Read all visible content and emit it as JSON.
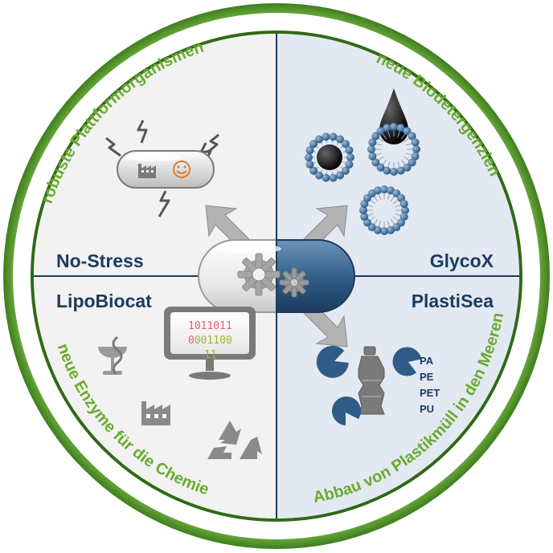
{
  "quadrants": {
    "top_left": {
      "label": "No-Stress",
      "tagline": "robuste Plattformorganismen"
    },
    "top_right": {
      "label": "GlycoX",
      "tagline": "neue Biodetergenzien"
    },
    "bottom_left": {
      "label": "LipoBiocat",
      "tagline": "neue Enzyme für die Chemie"
    },
    "bottom_right": {
      "label": "PlastiSea",
      "tagline": "Abbau von Plastikmüll in den Meeren"
    }
  },
  "plastics": [
    "PA",
    "PE",
    "PET",
    "PU"
  ],
  "binary_display": {
    "line1": "1011011",
    "line2_first": "0",
    "line2_rest": "001100",
    "line3": "11"
  },
  "colors": {
    "ring_green": "#3f7d1f",
    "tagline_green": "#6aab2e",
    "label_navy": "#1c3a5e",
    "quadrant_light": "#f2f2f2",
    "quadrant_blue": "#e3e9f2",
    "divider": "#1c3a5e",
    "binary_red": "#e0607a",
    "binary_green": "#9ab82e"
  },
  "icons": {
    "center": "bioreactor-gears-icon",
    "top_left": "stressed-cell-factory-smiley-icon",
    "top_right": "micelle-oil-drop-icon",
    "bottom_left_1": "pharmacy-bowl-snake-icon",
    "bottom_left_2": "factory-icon",
    "bottom_left_3": "recycle-icon",
    "bottom_right": "plastic-bottle-pacman-enzymes-icon"
  }
}
